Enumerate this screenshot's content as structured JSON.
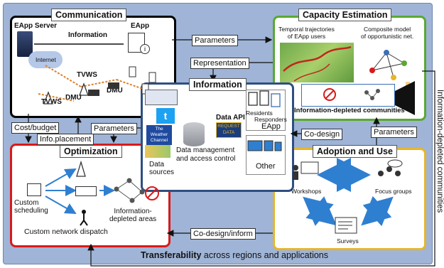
{
  "modules": {
    "communication": "Communication",
    "capacity": "Capacity Estimation",
    "information": "Information",
    "optimization": "Optimization",
    "adoption": "Adoption and Use"
  },
  "communication": {
    "eapp_server": "EApp Server",
    "information": "Information",
    "eapp": "EApp",
    "internet": "Internet",
    "tvws_top": "TVWS",
    "tvws_bottom": "TVWS",
    "dmu_right": "DMU",
    "dmu_left": "DMU"
  },
  "capacity": {
    "temporal": "Temporal trajectories\nof EApp users",
    "composite": "Composite model\nof opportunistic net.",
    "depleted": "Information-depleted communities"
  },
  "information": {
    "data_api": "Data API",
    "request": "REQUEST",
    "data": "DATA",
    "residents": "Residents",
    "responders": "Responders",
    "eapp": "EApp",
    "other": "Other",
    "data_sources": "Data\nsources",
    "data_management": "Data management\nand access control",
    "weather": "The Weather Channel"
  },
  "optimization": {
    "custom_scheduling": "Custom\nscheduling",
    "info_depleted_areas": "Information-\ndepleted areas",
    "custom_dispatch": "Custom network dispatch"
  },
  "adoption": {
    "workshops": "Workshops",
    "focus_groups": "Focus groups",
    "surveys": "Surveys"
  },
  "flows": {
    "parameters_top": "Parameters",
    "representation": "Representation",
    "cost_budget": "Cost/budget",
    "info_placement": "Info.placement",
    "parameters_mid": "Parameters",
    "co_design": "Co-design",
    "parameters_right": "Parameters",
    "co_design_inform": "Co-design/inform",
    "right_side": "Information-depleted communities"
  },
  "transferability": {
    "bold": "Transferability",
    "rest": " across regions and applications"
  },
  "colors": {
    "communication": "#000000",
    "capacity": "#5aa832",
    "information": "#2f4f80",
    "optimization": "#d81a1a",
    "adoption": "#e8b52a",
    "transferability": "#8ba3cc",
    "arrow_blue": "#2f7fd1"
  }
}
